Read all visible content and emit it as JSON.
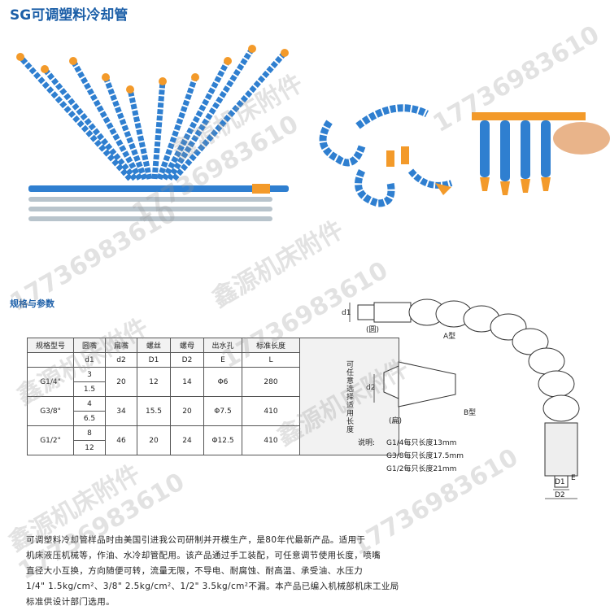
{
  "title": "SG可调塑料冷却管",
  "spec_heading": "规格与参数",
  "table": {
    "headers": [
      "规格型号",
      "圆嘴",
      "扁嘴",
      "螺丝",
      "螺母",
      "出水孔",
      "标准长度"
    ],
    "subheaders": [
      "",
      "d1",
      "d2",
      "D1",
      "D2",
      "E",
      "L"
    ],
    "rows": [
      {
        "model": "G1/4\"",
        "d1": [
          "3",
          "1.5"
        ],
        "d2": "20",
        "D1": "12",
        "D2": "14",
        "E": "Φ6",
        "L": "280"
      },
      {
        "model": "G3/8\"",
        "d1": [
          "4",
          "6.5"
        ],
        "d2": "34",
        "D1": "15.5",
        "D2": "20",
        "E": "Φ7.5",
        "L": "410"
      },
      {
        "model": "G1/2\"",
        "d1": [
          "8",
          "12"
        ],
        "d2": "46",
        "D1": "20",
        "D2": "24",
        "E": "Φ12.5",
        "L": "410"
      }
    ],
    "side_note": "可任意选择适用长度"
  },
  "diagram": {
    "label_round": "(圆)",
    "label_flat": "(扁)",
    "label_a": "A型",
    "label_b": "B型",
    "label_d1_small": "d1",
    "label_d2_small": "d2",
    "label_E": "E",
    "label_D1": "D1",
    "label_D2": "D2",
    "note_heading": "说明:",
    "notes": [
      "G1/4每只长度13mm",
      "G3/8每只长度17.5mm",
      "G1/2每只长度21mm"
    ]
  },
  "description": [
    "可调塑料冷却管样品时由美国引进我公司研制并开模生产，是80年代最新产品。适用于",
    "机床液压机械等，作油、水冷却管配用。该产品通过手工装配，可任意调节使用长度，喷嘴",
    "直径大小互换，方向随便可转，流量无限，不导电、耐腐蚀、耐高温、承受油、水压力",
    "1/4\" 1.5kg/cm²、3/8\" 2.5kg/cm²、1/2\" 3.5kg/cm²不漏。本产品已编入机械部机床工业局",
    "标准供设计部门选用。"
  ],
  "watermark": {
    "name": "鑫源机床附件",
    "phone": "17736983610"
  },
  "colors": {
    "accent": "#1c5fa8",
    "hose_blue": "#2f7fd0",
    "nozzle_orange": "#f39a2a"
  }
}
